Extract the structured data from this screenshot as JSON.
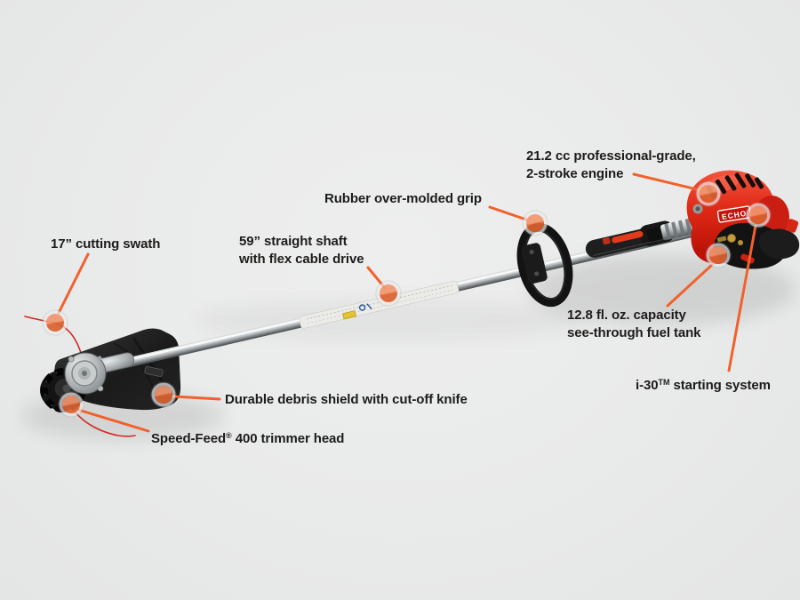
{
  "scene": {
    "description": "String trimmer product feature callout diagram",
    "background": "#e9eaea"
  },
  "brand": {
    "logo": "ECHO"
  },
  "colors": {
    "accent_line": "#f2612c",
    "swath_arc": "#cf2a21",
    "label_text": "#1c1c1a",
    "dot_fill": "#e8764a",
    "dot_ring": "#f4f4f4",
    "engine_red": "#d8261a"
  },
  "callouts": {
    "engine": {
      "line1": "21.2 cc professional-grade,",
      "line2": "2-stroke engine"
    },
    "grip": {
      "text": "Rubber over-molded grip"
    },
    "swath": {
      "text": "17” cutting swath"
    },
    "shaft": {
      "line1": "59” straight shaft",
      "line2": "with flex cable drive"
    },
    "fuel": {
      "line1": "12.8 fl. oz. capacity",
      "line2": "see-through fuel tank"
    },
    "starting": {
      "pre": "i-30",
      "sup": "TM",
      "post": " starting system"
    },
    "shield": {
      "text": "Durable debris shield with cut-off knife"
    },
    "head": {
      "pre": "Speed-Feed",
      "sup": "®",
      "post": " 400 trimmer head"
    }
  }
}
